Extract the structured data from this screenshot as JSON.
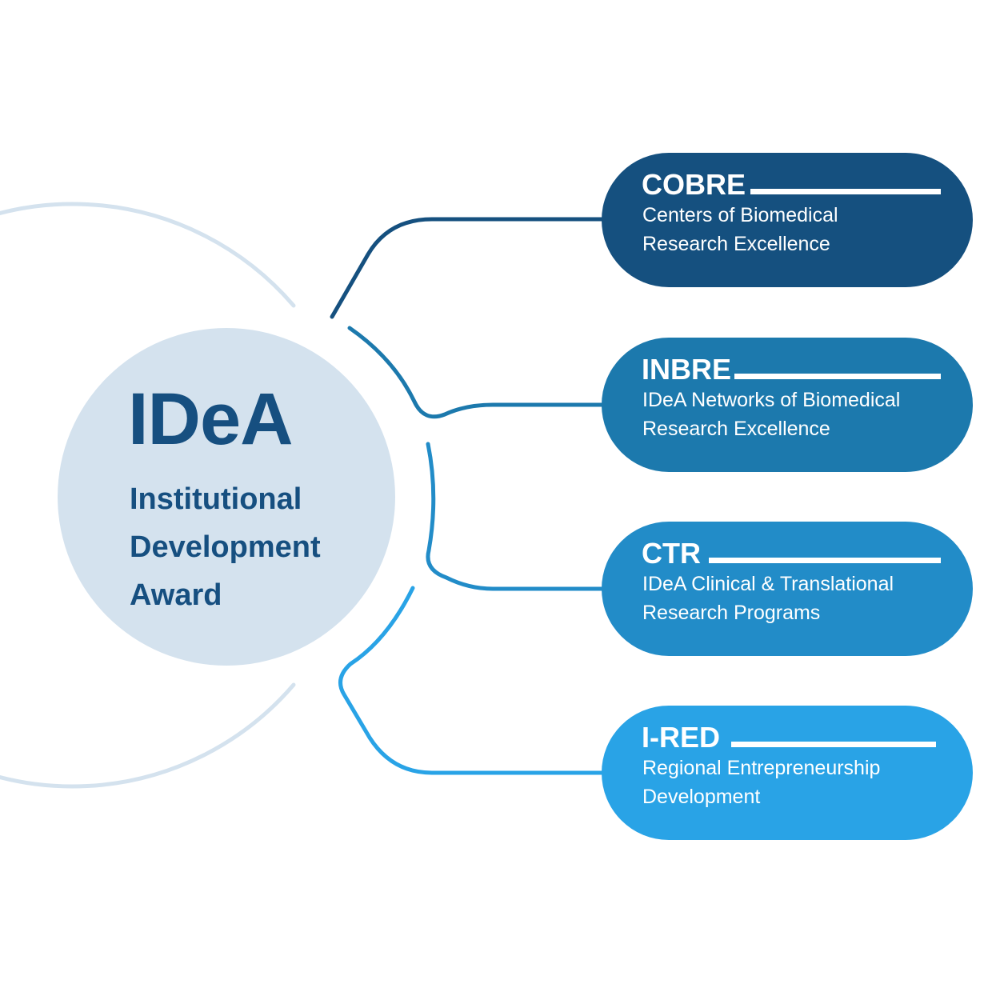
{
  "hub": {
    "title": "IDeA",
    "subtitle_lines": [
      "Institutional",
      "Development",
      "Award"
    ],
    "fill_color": "#d4e2ee",
    "ring_color": "#d4e2ee",
    "text_color": "#164f80"
  },
  "programs": [
    {
      "code": "COBRE",
      "description_lines": [
        "Centers of Biomedical",
        "Research Excellence"
      ],
      "color": "#15507f"
    },
    {
      "code": "INBRE",
      "description_lines": [
        "IDeA Networks of Biomedical",
        "Research Excellence"
      ],
      "color": "#1c79ad"
    },
    {
      "code": "CTR",
      "description_lines": [
        "IDeA Clinical & Translational",
        "Research Programs"
      ],
      "color": "#228cc8"
    },
    {
      "code": "I-RED",
      "description_lines": [
        "Regional Entrepreneurship",
        "Development"
      ],
      "color": "#29a3e6"
    }
  ]
}
